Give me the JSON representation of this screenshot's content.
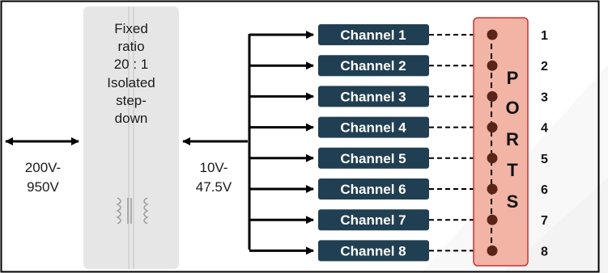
{
  "transformer": {
    "lines": [
      "Fixed",
      "ratio",
      "20 : 1",
      "Isolated",
      "step-",
      "down"
    ],
    "icon": "transformer-coil-icon"
  },
  "input_voltage": {
    "lines": [
      "200V-",
      "950V"
    ]
  },
  "output_voltage": {
    "lines": [
      "10V-",
      "47.5V"
    ]
  },
  "channels": [
    {
      "label": "Channel 1",
      "port": "1"
    },
    {
      "label": "Channel 2",
      "port": "2"
    },
    {
      "label": "Channel 3",
      "port": "3"
    },
    {
      "label": "Channel 4",
      "port": "4"
    },
    {
      "label": "Channel 5",
      "port": "5"
    },
    {
      "label": "Channel 6",
      "port": "6"
    },
    {
      "label": "Channel 7",
      "port": "7"
    },
    {
      "label": "Channel 8",
      "port": "8"
    }
  ],
  "ports_label": [
    "P",
    "O",
    "R",
    "T",
    "S"
  ],
  "colors": {
    "channel_box": "#213f52",
    "ports_fill": "#f1b4a5",
    "ports_border": "#cc3333",
    "transformer_fill": "#e6e6e6",
    "line": "#000000"
  }
}
